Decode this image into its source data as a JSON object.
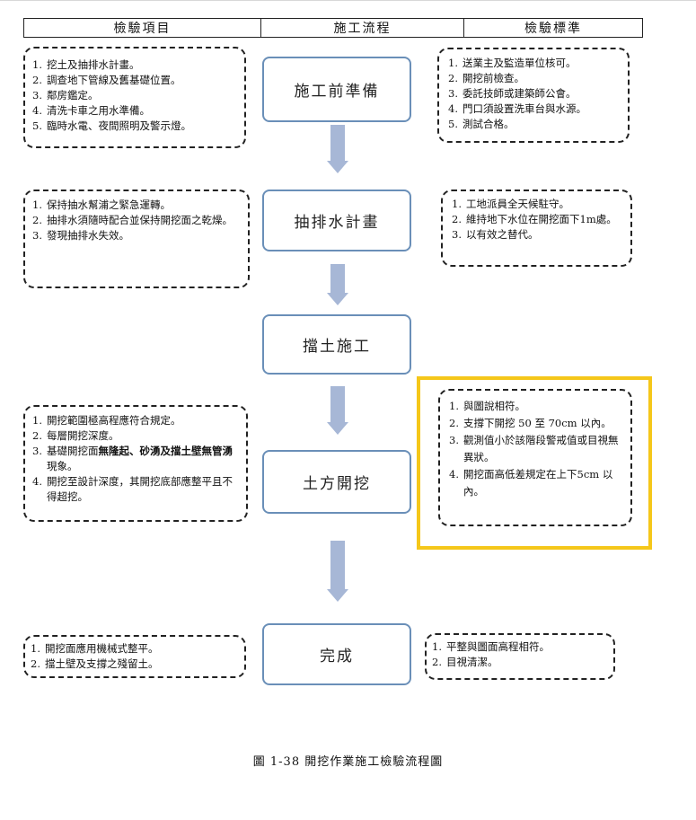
{
  "header": {
    "col_left": "檢驗項目",
    "col_mid": "施工流程",
    "col_right": "檢驗標準"
  },
  "steps": {
    "s1": "施工前準備",
    "s2": "抽排水計畫",
    "s3": "擋土施工",
    "s4": "土方開挖",
    "s5": "完成"
  },
  "left": {
    "b1": [
      {
        "n": "1.",
        "t": "挖土及抽排水計畫。"
      },
      {
        "n": "2.",
        "t": "調查地下管線及舊基礎位置。"
      },
      {
        "n": "3.",
        "t": "鄰房鑑定。"
      },
      {
        "n": "4.",
        "t": "清洗卡車之用水準備。"
      },
      {
        "n": "5.",
        "t": "臨時水電、夜間照明及警示燈。"
      }
    ],
    "b2": [
      {
        "n": "1.",
        "t": "保持抽水幫浦之緊急運轉。"
      },
      {
        "n": "2.",
        "t": "抽排水須隨時配合並保持開挖面之乾燥。"
      },
      {
        "n": "3.",
        "t": "發現抽排水失效。"
      }
    ],
    "b4": {
      "i1n": "1.",
      "i1": "開挖範圍極高程應符合規定。",
      "i2n": "2.",
      "i2": "每層開挖深度。",
      "i3n": "3.",
      "i3a": "基礎開挖面",
      "i3b": "無隆起、砂湧及擋土壁無管湧",
      "i3c": "現象。",
      "i4n": "4.",
      "i4": "開挖至設計深度，其開挖底部應整平且不得超挖。"
    },
    "b5": [
      {
        "n": "1.",
        "t": "開挖面應用機械式整平。"
      },
      {
        "n": "2.",
        "t": "擋土壁及支撐之殘留土。"
      }
    ]
  },
  "right": {
    "b1": [
      {
        "n": "1.",
        "t": "送業主及監造單位核可。"
      },
      {
        "n": "2.",
        "t": "開挖前檢查。"
      },
      {
        "n": "3.",
        "t": "委託技師或建築師公會。"
      },
      {
        "n": "4.",
        "t": "門口須設置洗車台與水源。"
      },
      {
        "n": "5.",
        "t": "測試合格。"
      }
    ],
    "b2": [
      {
        "n": "1.",
        "t": "工地派員全天候駐守。"
      },
      {
        "n": "2.",
        "t": "維持地下水位在開挖面下1m處。"
      },
      {
        "n": "3.",
        "t": "以有效之替代。"
      }
    ],
    "b4": [
      {
        "n": "1.",
        "t": "與圖說相符。"
      },
      {
        "n": "2.",
        "t": "支撐下開挖 50 至 70cm 以內。"
      },
      {
        "n": "3.",
        "t": "觀測值小於該階段警戒值或目視無異狀。"
      },
      {
        "n": "4.",
        "t": "開挖面高低差規定在上下5cm 以內。"
      }
    ],
    "b5": [
      {
        "n": "1.",
        "t": "平整與圖面高程相符。"
      },
      {
        "n": "2.",
        "t": "目視清潔。"
      }
    ]
  },
  "caption": "圖 1-38 開挖作業施工檢驗流程圖",
  "colors": {
    "step_border": "#6a8fb8",
    "arrow": "#a7b7d6",
    "highlight": "#f5c71a"
  }
}
